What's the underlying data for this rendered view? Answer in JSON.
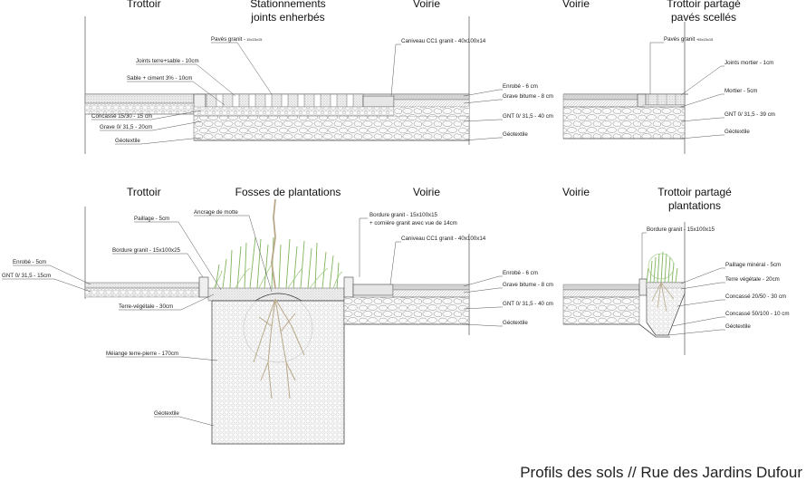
{
  "headings": {
    "s1_trottoir": "Trottoir",
    "s1_stat_l1": "Stationnements",
    "s1_stat_l2": "joints enherbés",
    "s1_voirie": "Voirie",
    "s1_voirie_r": "Voirie",
    "s1_tp_l1": "Trottoir partagé",
    "s1_tp_l2": "pavés scellés",
    "s2_trottoir": "Trottoir",
    "s2_fosses": "Fosses de plantations",
    "s2_voirie": "Voirie",
    "s2_voirie_r": "Voirie",
    "s2_tp_l1": "Trottoir partagé",
    "s2_tp_l2": "plantations"
  },
  "labels": {
    "paves_granit": "Pavés granit -",
    "paves_granit_small": "15x15x15",
    "joints_terre": "Joints terre+sable - 10cm",
    "sable_ciment": "Sable + ciment 3% - 10cm",
    "concasse_1530": "Concassé 15/30 - 15 cm",
    "grave_315": "Grave 0/ 31,5 - 20cm",
    "geotextile_1": "Géotextile",
    "caniveau_1": "Caniveau CC1 granit - 40x100x14",
    "enrobe_1": "Enrobé - 6 cm",
    "grave_bitume_1": "Grave bitume - 8 cm",
    "gnt_40_1": "GNT 0/ 31,5 - 40 cm",
    "geotextile_2": "Géotextile",
    "paves_granit_r": "Pavés granit -",
    "paves_granit_r_small": "15x15x15",
    "joints_mortier": "Joints mortier - 1cm",
    "mortier": "Mortier - 5cm",
    "gnt_39": "GNT 0/ 31,5 - 39 cm",
    "geotextile_3": "Géotextile",
    "paillage": "Paillage - 5cm",
    "ancrage": "Ancrage de motte",
    "bordure_25": "Bordure granit - 15x100x25",
    "enrobe_5": "Enrobé - 5cm",
    "gnt_15": "GNT 0/ 31,5 - 15cm",
    "terre_veg_30": "Terre-végétale - 30cm",
    "melange": "Méiange terre-pierre - 170cm",
    "geotextile_4": "Géotextile",
    "bordure_15_l1": "Bordure granit - 15x100x15",
    "bordure_15_l2": "+ cornière granit avec vue de 14cm",
    "caniveau_2": "Caniveau CC1 granit - 40x100x14",
    "enrobe_2": "Enrobé - 6 cm",
    "grave_bitume_2": "Grave bitume - 8 cm",
    "gnt_40_2": "GNT 0/ 31,5 - 40 cm",
    "geotextile_5": "Géotextile",
    "bordure_r": "Bordure granit - 15x100x15",
    "paillage_min": "Paillage minéral - 5cm",
    "terre_veg_20": "Terre végétale - 20cm",
    "concasse_2050": "Concassé 20/50 - 30 cm",
    "concasse_50100": "Concassé 50/100 - 10 cm",
    "geotextile_6": "Géotextile"
  },
  "footer": {
    "title": "Profils des sols // Rue des Jardins Dufour"
  },
  "colors": {
    "line": "#555555",
    "pattern_stroke": "#888888",
    "grass": "#7fb55a",
    "root": "#b9a98a"
  }
}
